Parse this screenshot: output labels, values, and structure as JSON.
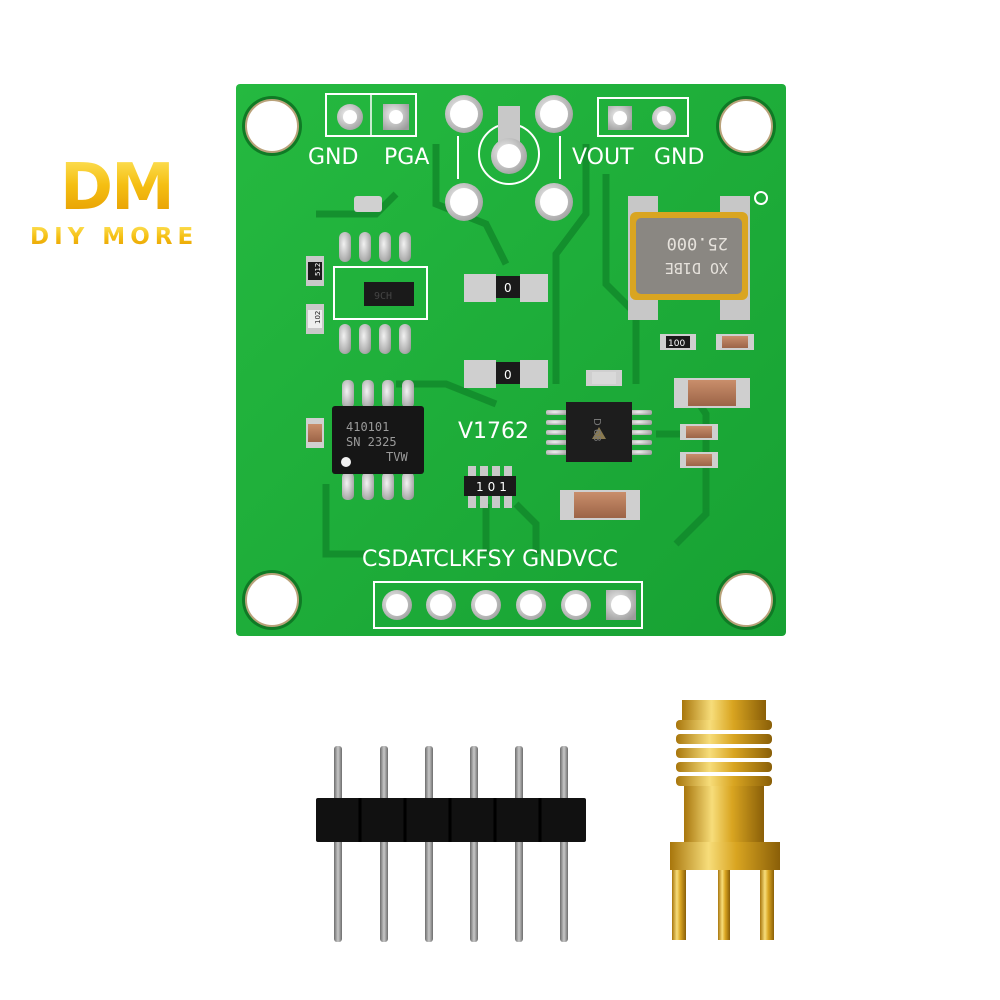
{
  "brand": {
    "logo_mark": "DM",
    "logo_text": "DIY MORE",
    "colors": {
      "gold": "#f2b90f",
      "gold_light": "#fde25a",
      "gold_dark": "#e59a00"
    }
  },
  "board": {
    "color": "#1fae3a",
    "silkscreen_color": "#ffffff",
    "top_left_header": {
      "labels": [
        "GND",
        "PGA"
      ]
    },
    "top_right_header": {
      "labels": [
        "VOUT",
        "GND"
      ]
    },
    "bottom_header_label": "CSDATCLKFSY GNDVCC",
    "bottom_header_pins": [
      "CS",
      "DAT",
      "CLK",
      "FSY",
      "GND",
      "VCC"
    ],
    "version_label": "V1762",
    "components": {
      "crystal": {
        "line1": "25.000",
        "line2": "XO D1BE"
      },
      "soic8_ic": {
        "line1": "410101",
        "line2": "SN 2325",
        "line3": "TVW"
      },
      "msop_ic": {
        "marking": "D 68"
      },
      "sot23_ic": {
        "marking": "9CH"
      },
      "resistor_array": {
        "marking": "101"
      },
      "resistor_r1": {
        "marking": "512"
      },
      "resistor_r2": {
        "marking": "102"
      },
      "resistor_r3": {
        "marking": "100"
      },
      "jumper_1": {
        "marking": "0"
      },
      "jumper_2": {
        "marking": "0"
      }
    }
  },
  "accessories": {
    "pin_header": {
      "pin_count": 6,
      "color": "#111111"
    },
    "sma_connector": {
      "color": "#d9a521"
    }
  }
}
